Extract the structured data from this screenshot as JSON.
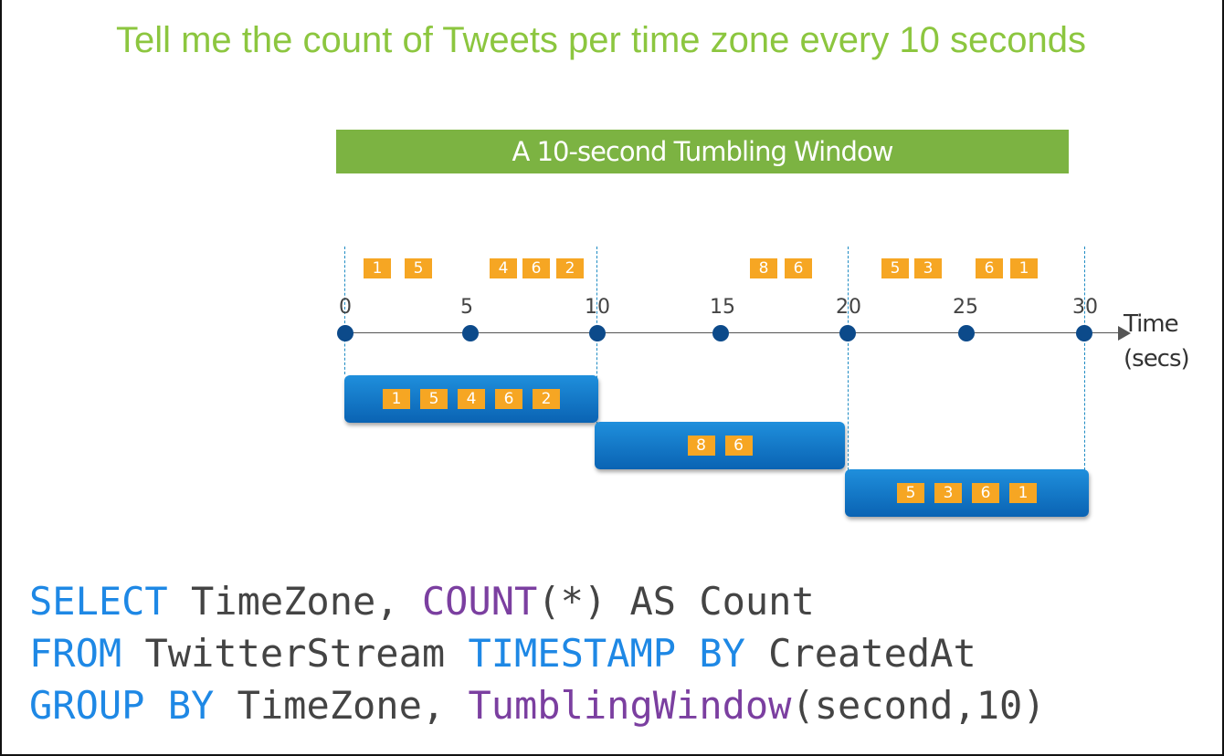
{
  "title": "Tell me the count of Tweets per time zone every 10 seconds",
  "banner": "A 10-second Tumbling Window",
  "axis": {
    "ticks": [
      "0",
      "5",
      "10",
      "15",
      "20",
      "25",
      "30"
    ],
    "label_line1": "Time",
    "label_line2": "(secs)"
  },
  "events": {
    "w1": [
      "1",
      "5",
      "4",
      "6",
      "2"
    ],
    "w2": [
      "8",
      "6"
    ],
    "w3": [
      "5",
      "3",
      "6",
      "1"
    ]
  },
  "windows": [
    {
      "items": [
        "1",
        "5",
        "4",
        "6",
        "2"
      ]
    },
    {
      "items": [
        "8",
        "6"
      ]
    },
    {
      "items": [
        "5",
        "3",
        "6",
        "1"
      ]
    }
  ],
  "query": {
    "l1": {
      "a": "SELECT",
      "b": " TimeZone, ",
      "c": "COUNT",
      "d": "(*) AS Count"
    },
    "l2": {
      "a": "FROM",
      "b": " TwitterStream ",
      "c": "TIMESTAMP BY",
      "d": " CreatedAt"
    },
    "l3": {
      "a": "GROUP BY",
      "b": " TimeZone, ",
      "c": "TumblingWindow",
      "d": "(second,10)"
    }
  },
  "colors": {
    "title": "#8cc63f",
    "banner": "#7cb342",
    "event": "#f6a623",
    "window": "#0a63b3",
    "axis_dot": "#0c4a8a",
    "keyword": "#1e88e5",
    "function": "#7b3fa0"
  }
}
